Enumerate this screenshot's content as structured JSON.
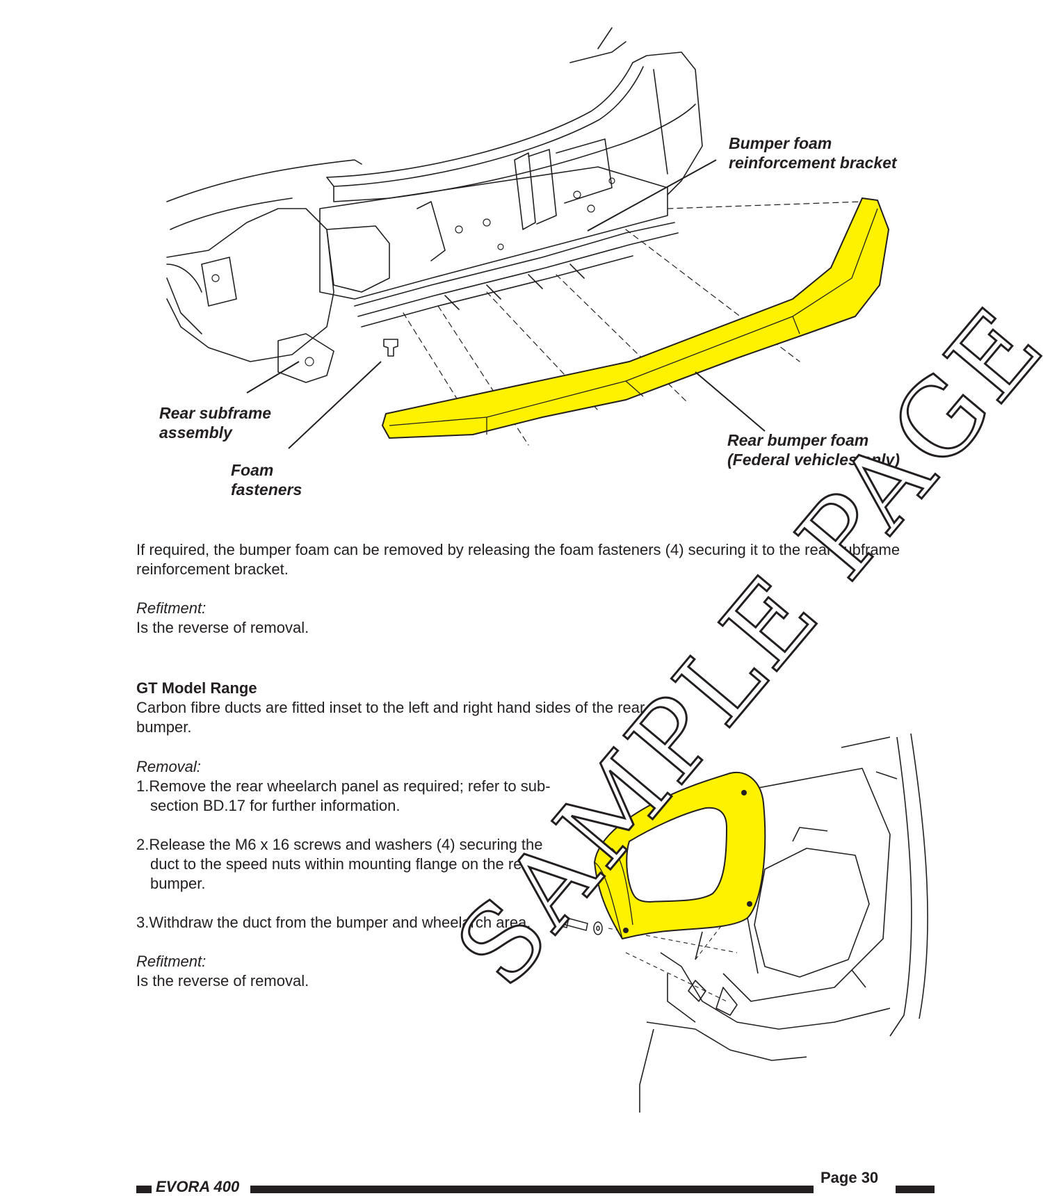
{
  "figure_top": {
    "callouts": {
      "bumper_foam_bracket": "Bumper foam\nreinforcement bracket",
      "rear_subframe": "Rear subframe\nassembly",
      "foam_fasteners": "Foam\nfasteners",
      "rear_bumper_foam": "Rear bumper foam\n(Federal vehicles only)"
    },
    "highlight_color": "#fff200"
  },
  "text": {
    "intro": "If required, the bumper foam can be removed by releasing the foam fasteners (4) securing it to the rear subframe reinforcement bracket.",
    "refitment_heading_1": "Refitment:",
    "refitment_body_1": "Is the reverse of removal.",
    "gt_heading": "GT Model Range",
    "gt_body": "Carbon fibre ducts are fitted inset to the left and right hand sides of the rear bumper.",
    "removal_heading": "Removal:",
    "steps": [
      "1.Remove the rear wheelarch panel as required; refer to sub-section BD.17 for further information.",
      "2.Release the M6 x 16 screws and washers (4) securing the duct to the speed nuts within mounting flange on the rear bumper.",
      "3.Withdraw the duct from the bumper and wheelarch area."
    ],
    "refitment_heading_2": "Refitment:",
    "refitment_body_2": "Is the reverse of removal."
  },
  "watermark": "SAMPLE PAGE",
  "footer": {
    "model": "EVORA 400",
    "page": "Page 30"
  }
}
